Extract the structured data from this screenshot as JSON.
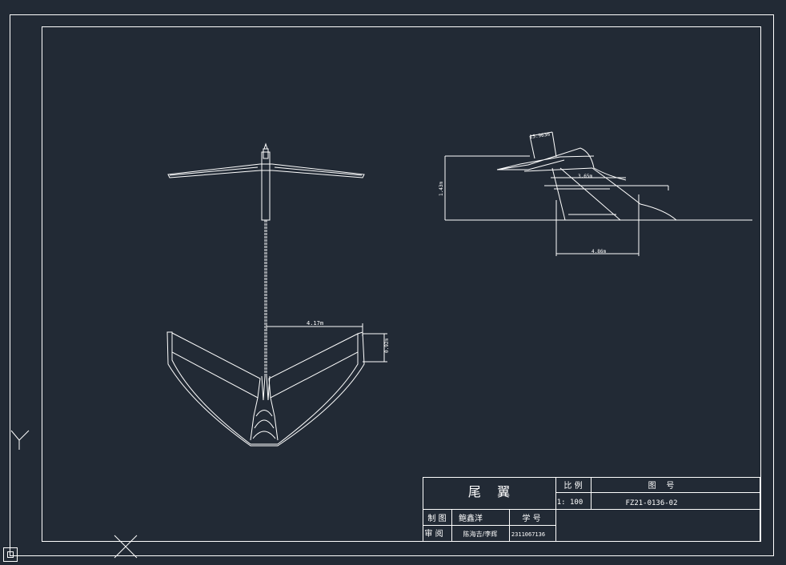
{
  "drawing": {
    "dimensions": {
      "top_span": "4.17m",
      "top_depth": "0.92m",
      "side_sweep": "15.963m",
      "side_height": "1.43m",
      "side_root_chord": "4.86m",
      "side_tip_chord": "3.65m"
    }
  },
  "title_block": {
    "title": "尾    翼",
    "scale_label": "比 例",
    "scale_value": "1: 100",
    "drawing_no_label": "图    号",
    "drawing_no": "FZ21-0136-02",
    "drafter_label": "制 图",
    "drafter_name": "鲍鑫洋",
    "student_id_label": "学 号",
    "reviewer_label": "审 阅",
    "reviewer_name": "陈海吉/李辉",
    "student_id": "2311067136"
  }
}
